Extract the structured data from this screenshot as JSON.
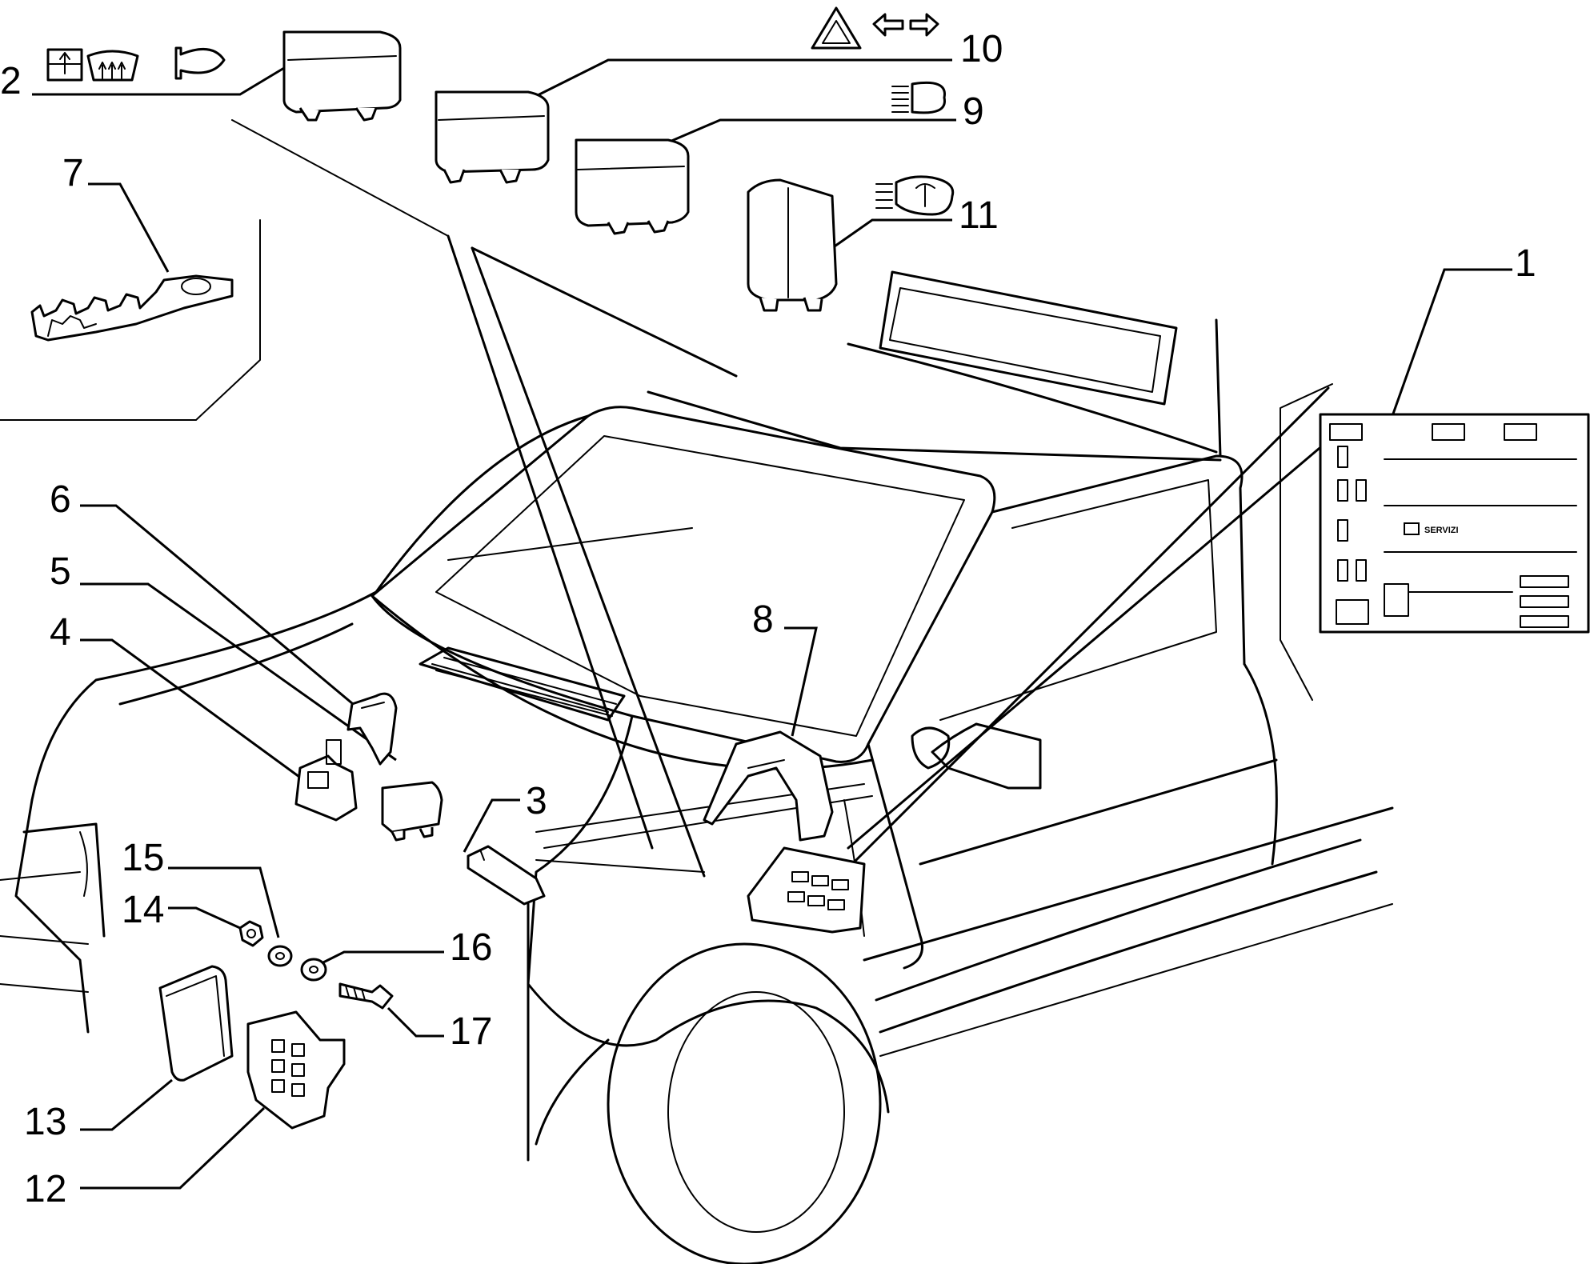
{
  "diagram": {
    "callouts": [
      {
        "id": "c1",
        "label": "1"
      },
      {
        "id": "c2",
        "label": "2"
      },
      {
        "id": "c3",
        "label": "3"
      },
      {
        "id": "c4",
        "label": "4"
      },
      {
        "id": "c5",
        "label": "5"
      },
      {
        "id": "c6",
        "label": "6"
      },
      {
        "id": "c7",
        "label": "7"
      },
      {
        "id": "c8",
        "label": "8"
      },
      {
        "id": "c9",
        "label": "9"
      },
      {
        "id": "c10",
        "label": "10"
      },
      {
        "id": "c11",
        "label": "11"
      },
      {
        "id": "c12",
        "label": "12"
      },
      {
        "id": "c13",
        "label": "13"
      },
      {
        "id": "c14",
        "label": "14"
      },
      {
        "id": "c15",
        "label": "15"
      },
      {
        "id": "c16",
        "label": "16"
      },
      {
        "id": "c17",
        "label": "17"
      }
    ],
    "fuse_box_text": "SERVIZI",
    "icons": [
      "window-lift-icon",
      "rear-defrost-icon",
      "horn-icon",
      "hazard-icon",
      "turn-signal-icon",
      "headlight-icon",
      "fog-light-icon"
    ]
  }
}
